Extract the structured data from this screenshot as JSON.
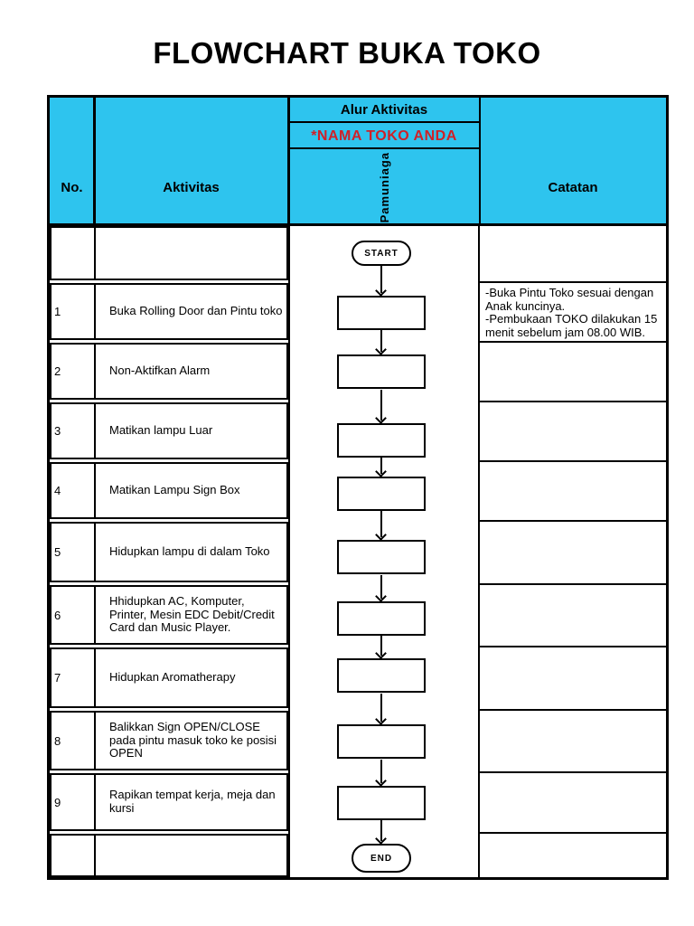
{
  "title": "FLOWCHART BUKA TOKO",
  "colors": {
    "header_bg": "#2EC4EE",
    "store_name_red": "#CF2128",
    "line_black": "#000000"
  },
  "header": {
    "no": "No.",
    "aktivitas": "Aktivitas",
    "alur": "Alur Aktivitas",
    "store_name": "*NAMA TOKO ANDA",
    "role": "Pamuniaga",
    "catatan": "Catatan"
  },
  "flow": {
    "start_label": "START",
    "end_label": "END",
    "step_count": 9
  },
  "rows": [
    {
      "no": "",
      "aktivitas": "",
      "catatan": ""
    },
    {
      "no": "1",
      "aktivitas": "Buka Rolling Door dan Pintu toko",
      "catatan": "-Buka Pintu Toko sesuai dengan Anak kuncinya.\n-Pembukaan TOKO dilakukan 15 menit sebelum jam 08.00 WIB."
    },
    {
      "no": "2",
      "aktivitas": "Non-Aktifkan Alarm",
      "catatan": ""
    },
    {
      "no": "3",
      "aktivitas": "Matikan lampu Luar",
      "catatan": ""
    },
    {
      "no": "4",
      "aktivitas": "Matikan Lampu Sign Box",
      "catatan": ""
    },
    {
      "no": "5",
      "aktivitas": "Hidupkan lampu di dalam Toko",
      "catatan": ""
    },
    {
      "no": "6",
      "aktivitas": "Hhidupkan AC, Komputer, Printer, Mesin EDC Debit/Credit Card dan Music Player.",
      "catatan": ""
    },
    {
      "no": "7",
      "aktivitas": "Hidupkan Aromatherapy",
      "catatan": ""
    },
    {
      "no": "8",
      "aktivitas": "Balikkan Sign OPEN/CLOSE pada pintu masuk toko ke posisi OPEN",
      "catatan": ""
    },
    {
      "no": "9",
      "aktivitas": "Rapikan tempat kerja, meja dan kursi",
      "catatan": ""
    },
    {
      "no": "",
      "aktivitas": "",
      "catatan": ""
    }
  ]
}
